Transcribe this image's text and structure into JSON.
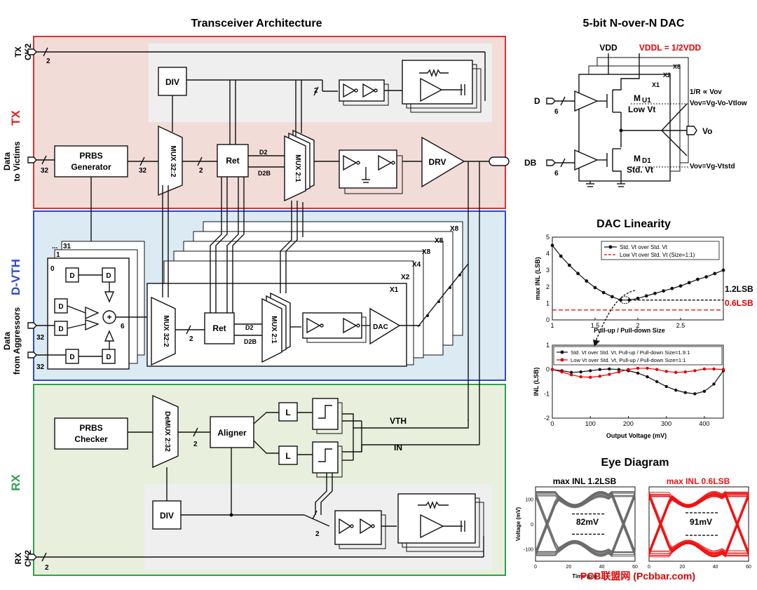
{
  "arch": {
    "title": "Transceiver Architecture",
    "tx": {
      "region_label": "TX",
      "ck_label_1": "TX",
      "ck_label_2": "CK2",
      "ck_bus": "2",
      "data_label_1": "Data",
      "data_label_2": "to Victims",
      "data_bus": "32",
      "div": "DIV",
      "prbs_1": "PRBS",
      "prbs_2": "Generator",
      "bus_32": "32",
      "mux32": "MUX 32:2",
      "bus_2": "2",
      "ret": "Ret",
      "d2": "D2",
      "d2b": "D2B",
      "mux21": "MUX 2:1",
      "clk_bus": "2",
      "drv": "DRV"
    },
    "dvth": {
      "region_label": "D-VTH",
      "data_label_1": "Data",
      "data_label_2": "from Aggressors",
      "bus_a": "32",
      "bus_b": "32",
      "stack_0": "0",
      "stack_1": "1",
      "stack_31": "31",
      "stack_dots": "...",
      "d": "D",
      "bus_6": "6",
      "stack_x": [
        "X8",
        "X8",
        "X8",
        "X4",
        "X2",
        "X1"
      ],
      "mux32": "MUX 32:2",
      "bus_2": "2",
      "ret": "Ret",
      "d2": "D2",
      "d2b": "D2B",
      "mux21": "MUX 2:1",
      "dac": "DAC"
    },
    "rx": {
      "region_label": "RX",
      "prbs_1": "PRBS",
      "prbs_2": "Checker",
      "demux": "DeMUX 2:32",
      "bus_2": "2",
      "aligner": "Aligner",
      "l": "L",
      "vth": "VTH",
      "in": "IN",
      "div": "DIV",
      "clk_bus": "2",
      "ck_label_1": "RX",
      "ck_label_2": "CK2",
      "ck_bus": "2"
    }
  },
  "dac": {
    "title": "5-bit N-over-N DAC",
    "vdd": "VDD",
    "vddl": "VDDL = 1/2VDD",
    "x8": "X8",
    "x2": "X2",
    "x1": "X1",
    "d": "D",
    "d_bus": "6",
    "db": "DB",
    "db_bus": "6",
    "mu1_1": "M",
    "mu1_sub": "U1",
    "mu1_2": "Low Vt",
    "md1_1": "M",
    "md1_sub": "D1",
    "md1_2": "Std. Vt",
    "eq1": "1/R ∝ Vov",
    "eq2": "Vov=Vg-Vo-Vtlow",
    "eq3": "Vov=Vg-Vtstd",
    "vo": "Vo",
    "accent": "#e00000"
  },
  "linearity": {
    "title": "DAC Linearity",
    "top_ylabel": "max INL (LSB)",
    "top_xlabel": "Pull-up / Pull-down Size",
    "top_xticks": [
      "1",
      "1.5",
      "2",
      "2.5"
    ],
    "top_yticks": [
      "0",
      "1",
      "2",
      "3",
      "4",
      "5"
    ],
    "legend_1": "Std. Vt over Std. Vt",
    "legend_2": "Low Vt over Std. Vt (Size=1:1)",
    "ann_12": "1.2LSB",
    "ann_06": "0.6LSB",
    "bot_ylabel": "INL (LSB)",
    "bot_xlabel": "Output Voltage (mV)",
    "bot_xticks": [
      "0",
      "100",
      "200",
      "300",
      "400"
    ],
    "bot_yticks": [
      "-2",
      "-1",
      "0",
      "1"
    ],
    "bot_legend_1": "Std. Vt over Std. Vt, Pull-up / Pull-down Size=1.9:1",
    "bot_legend_2": "Low Vt over Std. Vt, Pull-up / Pull-down Size=1:1"
  },
  "eye": {
    "title": "Eye Diagram",
    "left_title": "max INL 1.2LSB",
    "right_title": "max INL 0.6LSB",
    "ylabel": "Voltage (mV)",
    "yticks": [
      "100",
      "0",
      "-100"
    ],
    "xlabel": "Time (ps)",
    "xticks": [
      "0",
      "20",
      "40",
      "60"
    ],
    "left_height": "82mV",
    "right_height": "91mV",
    "left_color": "#6a6a6a",
    "right_color": "#ee1111"
  },
  "watermark": "PCB联盟网 (Pcbbar.com)",
  "chart_data": [
    {
      "type": "line",
      "title": "DAC Linearity",
      "xlabel": "Pull-up / Pull-down Size",
      "ylabel": "max INL (LSB)",
      "xlim": [
        1,
        3
      ],
      "ylim": [
        0,
        5
      ],
      "series": [
        {
          "name": "Std. Vt over Std. Vt",
          "x": [
            1.0,
            1.1,
            1.2,
            1.3,
            1.4,
            1.5,
            1.6,
            1.7,
            1.8,
            1.9,
            2.0,
            2.1,
            2.2,
            2.3,
            2.4,
            2.5,
            2.6,
            2.7,
            2.8,
            2.9,
            3.0
          ],
          "y": [
            4.5,
            3.85,
            3.3,
            2.8,
            2.35,
            1.95,
            1.65,
            1.4,
            1.2,
            1.2,
            1.3,
            1.45,
            1.6,
            1.75,
            1.9,
            2.05,
            2.25,
            2.45,
            2.6,
            2.8,
            3.0
          ]
        },
        {
          "name": "Low Vt over Std. Vt (Size=1:1)",
          "x": [
            1,
            3
          ],
          "y": [
            0.6,
            0.6
          ]
        }
      ],
      "annotations": [
        "1.2LSB",
        "0.6LSB"
      ]
    },
    {
      "type": "line",
      "xlabel": "Output Voltage (mV)",
      "ylabel": "INL (LSB)",
      "xlim": [
        0,
        450
      ],
      "ylim": [
        -2,
        1
      ],
      "series": [
        {
          "name": "Std. Vt over Std. Vt, Pull-up / Pull-down Size=1.9:1",
          "x": [
            0,
            25,
            50,
            75,
            100,
            125,
            150,
            175,
            200,
            225,
            250,
            275,
            300,
            325,
            350,
            375,
            400,
            425,
            450
          ],
          "y": [
            0,
            -0.05,
            -0.12,
            -0.1,
            -0.05,
            0.0,
            0.02,
            0.0,
            -0.05,
            -0.15,
            -0.3,
            -0.5,
            -0.7,
            -0.85,
            -0.95,
            -1.0,
            -0.9,
            -0.6,
            -0.05
          ]
        },
        {
          "name": "Low Vt over Std. Vt, Pull-up / Pull-down Size=1:1",
          "x": [
            0,
            25,
            50,
            75,
            100,
            125,
            150,
            175,
            200,
            225,
            250,
            275,
            300,
            325,
            350,
            375,
            400,
            425,
            450
          ],
          "y": [
            0,
            -0.1,
            -0.22,
            -0.3,
            -0.32,
            -0.28,
            -0.2,
            -0.1,
            0.0,
            0.05,
            0.05,
            0.0,
            -0.08,
            -0.12,
            -0.1,
            -0.05,
            0.02,
            0.02,
            0.0
          ]
        }
      ]
    },
    {
      "type": "line",
      "title": "max INL 1.2LSB",
      "xlabel": "Time (ps)",
      "ylabel": "Voltage (mV)",
      "xlim": [
        0,
        60
      ],
      "ylim": [
        -150,
        150
      ],
      "eye_height": "82mV"
    },
    {
      "type": "line",
      "title": "max INL 0.6LSB",
      "xlabel": "Time (ps)",
      "ylabel": "Voltage (mV)",
      "xlim": [
        0,
        60
      ],
      "ylim": [
        -150,
        150
      ],
      "eye_height": "91mV"
    }
  ]
}
